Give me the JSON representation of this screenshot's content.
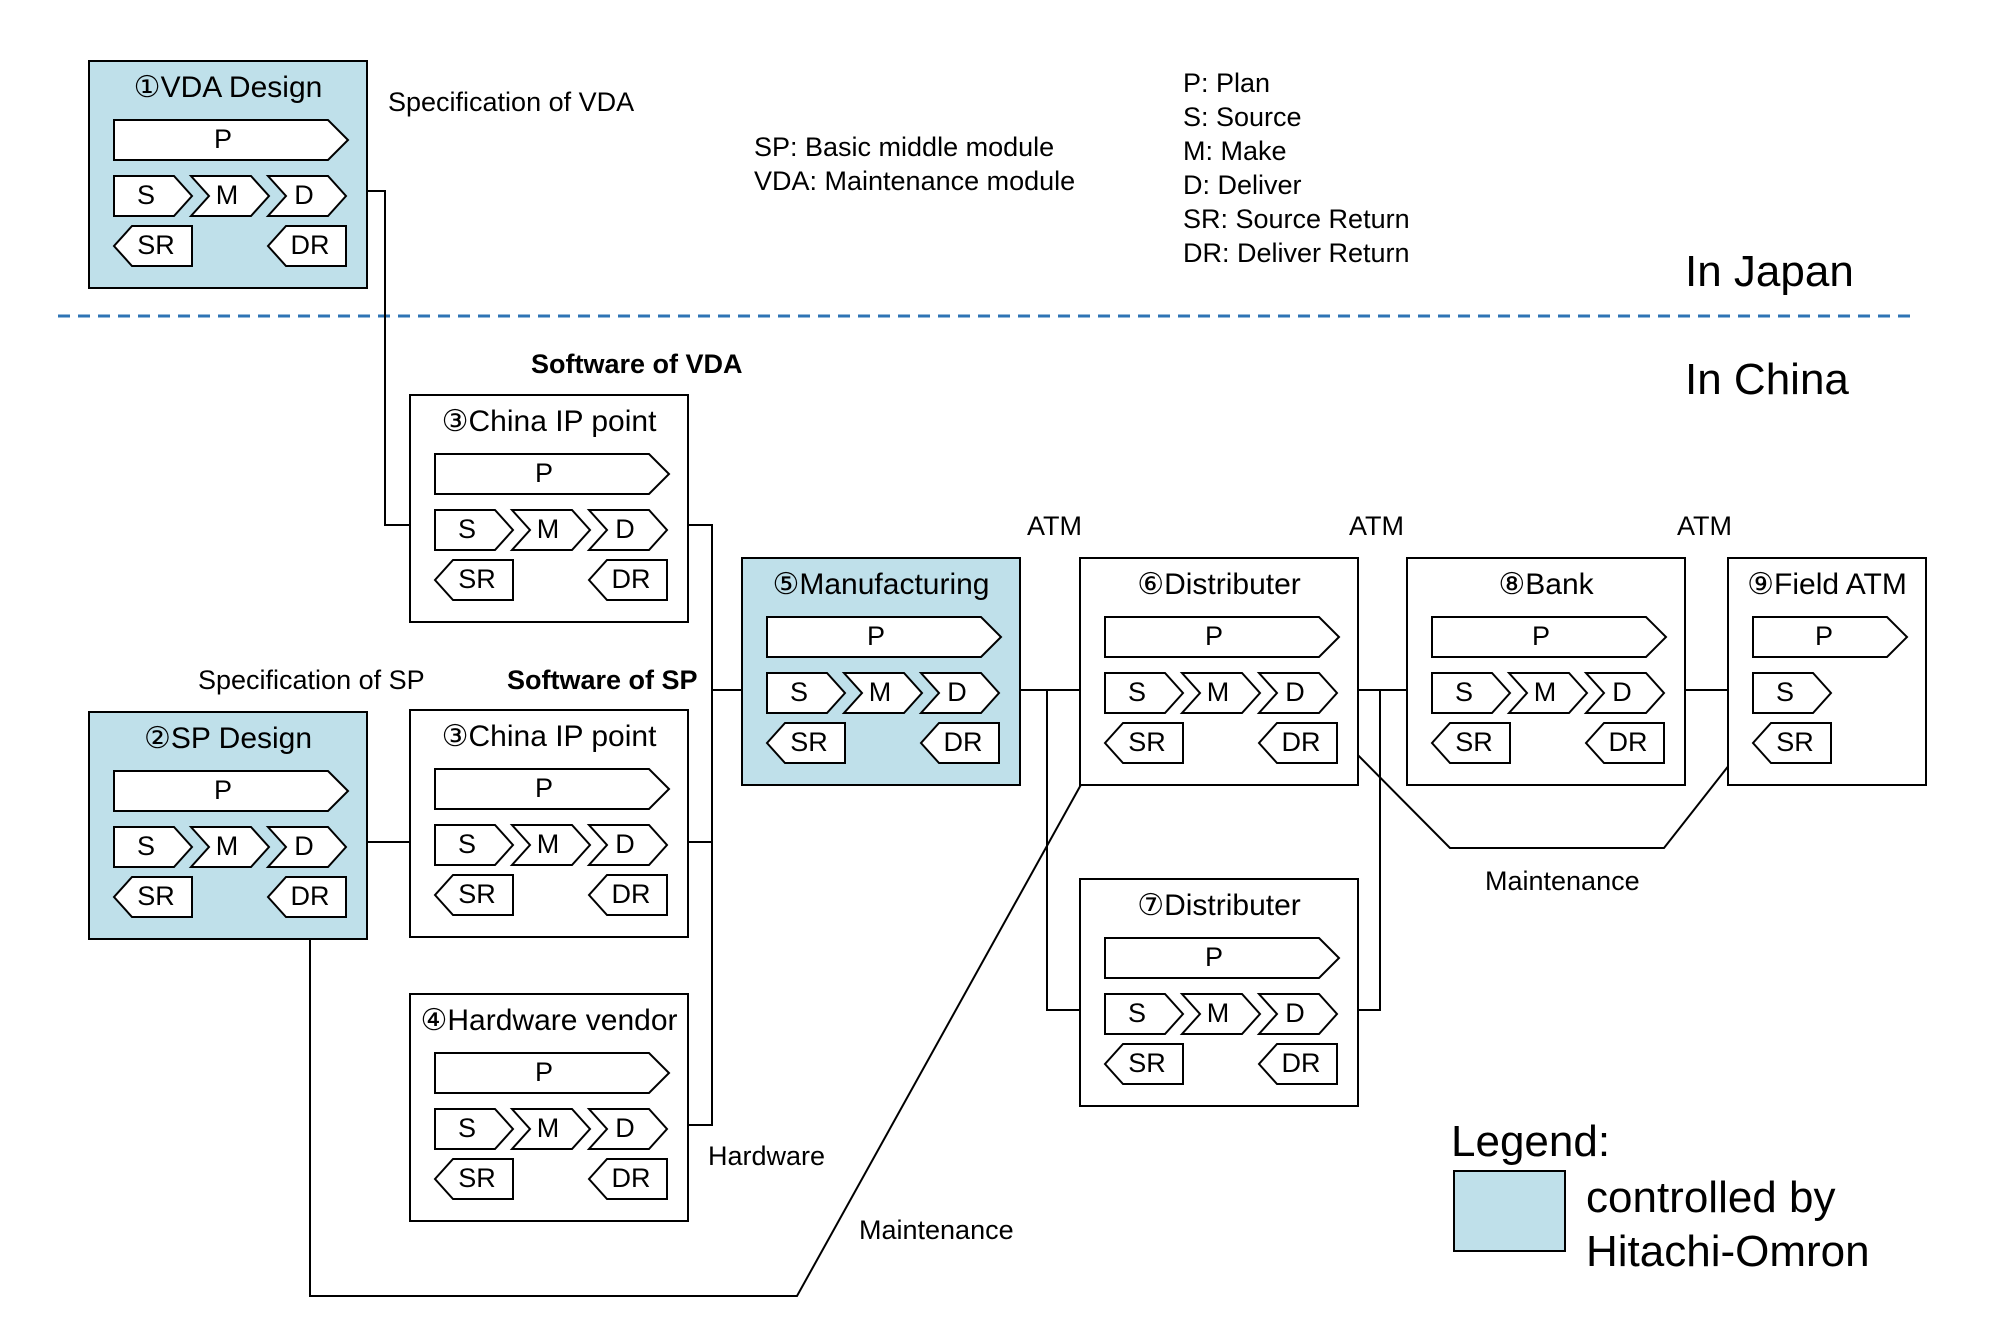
{
  "region_labels": {
    "japan": "In Japan",
    "china": "In China"
  },
  "abbreviations_left": [
    "SP: Basic middle module",
    "VDA: Maintenance module"
  ],
  "abbreviations_right": [
    "P: Plan",
    "S: Source",
    "M: Make",
    "D: Deliver",
    "SR: Source Return",
    "DR: Deliver Return"
  ],
  "flow_labels": {
    "spec_vda": "Specification of VDA",
    "spec_sp": "Specification of SP",
    "software_vda": "Software of VDA",
    "software_sp": "Software of SP",
    "hardware": "Hardware",
    "atm_1": "ATM",
    "atm_2": "ATM",
    "atm_3": "ATM",
    "maintenance_1": "Maintenance",
    "maintenance_2": "Maintenance"
  },
  "nodes": {
    "vda_design": "①VDA Design",
    "sp_design": "②SP Design",
    "china_ip_vda": "③China IP point",
    "china_ip_sp": "③China IP point",
    "hardware_vendor": "④Hardware vendor",
    "manufacturing": "⑤Manufacturing",
    "distributer_6": "⑥Distributer",
    "distributer_7": "⑦Distributer",
    "bank": "⑧Bank",
    "field_atm": "⑨Field ATM"
  },
  "process_labels": {
    "plan": "P",
    "source": "S",
    "make": "M",
    "deliver": "D",
    "source_return": "SR",
    "deliver_return": "DR"
  },
  "legend": {
    "title": "Legend:",
    "item_line1": "controlled by",
    "item_line2": "Hitachi-Omron"
  },
  "colors": {
    "controlled_fill": "#bfe0ea",
    "divider": "#2e74b5",
    "line": "#000000"
  }
}
